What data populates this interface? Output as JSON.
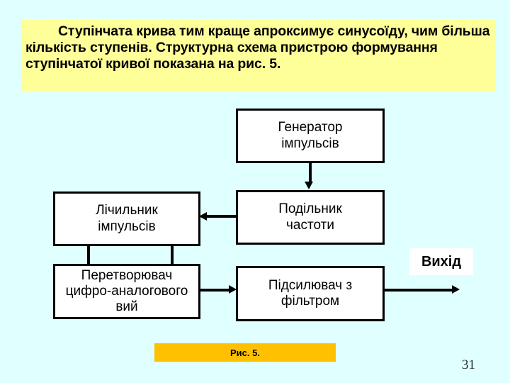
{
  "slide": {
    "background_color": "#E0FFFF",
    "page_number": "31"
  },
  "intro": {
    "background_color": "#FFFF99",
    "text": "Ступінчата крива тим краще апроксимує синусоїду, чим більша кількість ступенів. Структурна схема пристрою формування ступінчатої кривої показана на рис. 5."
  },
  "diagram": {
    "blocks": [
      {
        "id": "generator",
        "label": "Генератор\nімпульсів"
      },
      {
        "id": "counter",
        "label": "Лічильник\nімпульсів"
      },
      {
        "id": "divider",
        "label": "Подільник\nчастоти"
      },
      {
        "id": "converter",
        "label": "Перетворювач\nцифро-аналогового\nвий"
      },
      {
        "id": "amplifier",
        "label": "Підсилювач з\nфільтром"
      }
    ],
    "output_label": "Вихід",
    "line_color": "#000000",
    "block_fill": "#FFFFFF"
  },
  "caption": {
    "text": "Рис. 5.",
    "background_color": "#FFC000"
  }
}
